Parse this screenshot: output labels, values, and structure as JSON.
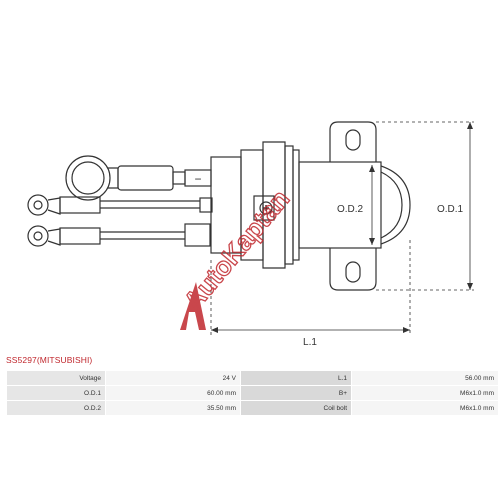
{
  "diagram": {
    "label_od2": "O.D.2",
    "label_od1": "O.D.1",
    "label_l1": "L.1",
    "terminal_mark_minus": "−",
    "watermark": "AutoKaptan"
  },
  "part": {
    "title": "SS5297(MITSUBISHI)"
  },
  "specs": {
    "left": [
      {
        "label": "Voltage",
        "value": "24 V"
      },
      {
        "label": "O.D.1",
        "value": "60.00 mm"
      },
      {
        "label": "O.D.2",
        "value": "35.50 mm"
      }
    ],
    "right": [
      {
        "label": "L.1",
        "value": "56.00 mm"
      },
      {
        "label": "B+",
        "value": "M6x1.0 mm"
      },
      {
        "label": "Coil bolt",
        "value": "M6x1.0 mm"
      }
    ]
  },
  "colors": {
    "title_red": "#c0272d",
    "line": "#333333"
  }
}
